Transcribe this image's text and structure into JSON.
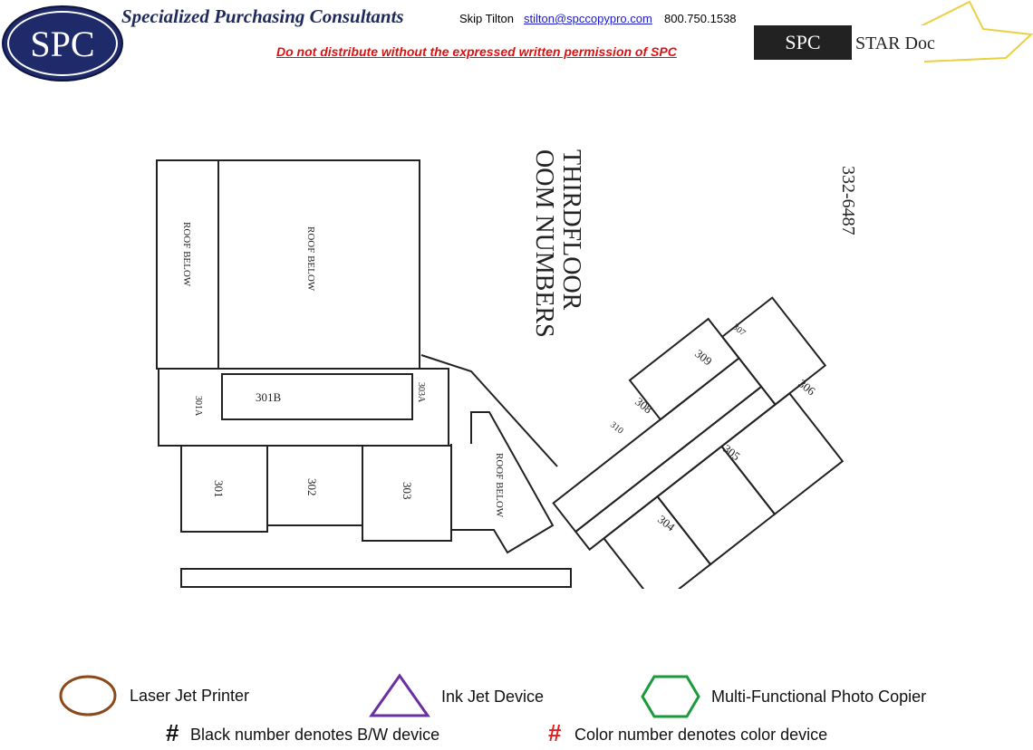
{
  "header": {
    "logo_text": "SPC",
    "company": "Specialized Purchasing Consultants",
    "contact_name": "Skip Tilton",
    "contact_email": "stilton@spccopypro.com",
    "contact_phone": "800.750.1538",
    "warning": "Do not distribute without the expressed written permission of SPC",
    "star_logo_left": "SPC",
    "star_logo_right": "STAR Doc"
  },
  "floorplan": {
    "title_line1": "THIRDFLOOR",
    "title_line2": "OOM NUMBERS",
    "phone": "332-6487",
    "roof_label": "ROOF BELOW",
    "rooms": [
      "301A",
      "301B",
      "303A",
      "301",
      "302",
      "303",
      "304",
      "305",
      "306",
      "307",
      "308",
      "309",
      "310"
    ]
  },
  "legend": {
    "laser": "Laser Jet Printer",
    "inkjet": "Ink Jet Device",
    "mfp": "Multi-Functional Photo Copier",
    "bw_symbol": "#",
    "bw_text": "Black number denotes B/W device",
    "color_symbol": "#",
    "color_text": "Color number denotes color device",
    "colors": {
      "laser": "#8b4a1c",
      "inkjet": "#6a2fa0",
      "mfp": "#1a9a3a",
      "color_number": "#e02020"
    }
  }
}
